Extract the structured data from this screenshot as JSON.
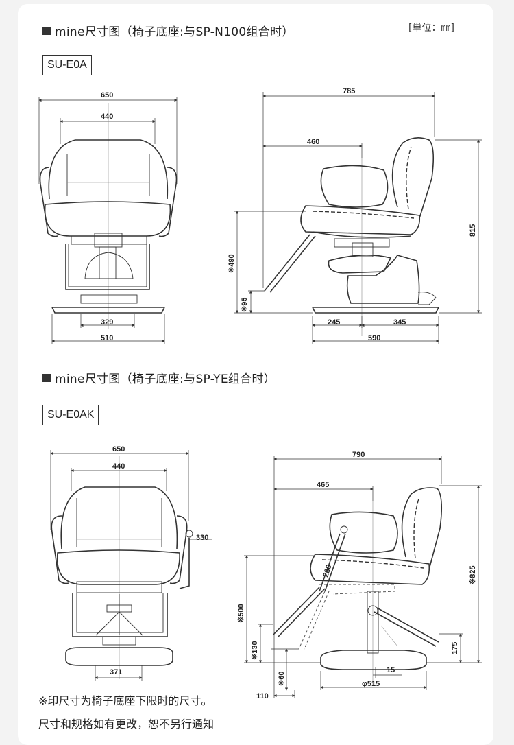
{
  "unit": "[単位：㎜]",
  "sections": [
    {
      "title": "mine尺寸图（椅子底座:与SP-N100组合时）",
      "model": "SU-E0A",
      "dims": {
        "front_width": "650",
        "front_inner": "440",
        "front_stand": "329",
        "front_base": "510",
        "side_depth": "785",
        "side_seat": "460",
        "side_height": "815",
        "side_seat_h": "※490",
        "side_foot_h": "※95",
        "side_base_left": "245",
        "side_base_right": "345",
        "side_base": "590"
      }
    },
    {
      "title": "mine尺寸图（椅子底座:与SP-YE组合时）",
      "model": "SU-E0AK",
      "dims": {
        "front_width": "650",
        "front_inner": "440",
        "front_arm": "330",
        "front_stand": "371",
        "side_depth": "790",
        "side_seat": "465",
        "side_height": "※825",
        "side_seat_h": "※500",
        "side_foot_h": "※130",
        "side_base_h": "※60",
        "side_lever": "286",
        "side_pedal": "175",
        "side_offset": "15",
        "side_base": "φ515",
        "side_front": "110"
      }
    }
  ],
  "notes": [
    "※印尺寸为椅子底座下限时的尺寸。",
    "尺寸和规格如有更改，恕不另行通知"
  ]
}
